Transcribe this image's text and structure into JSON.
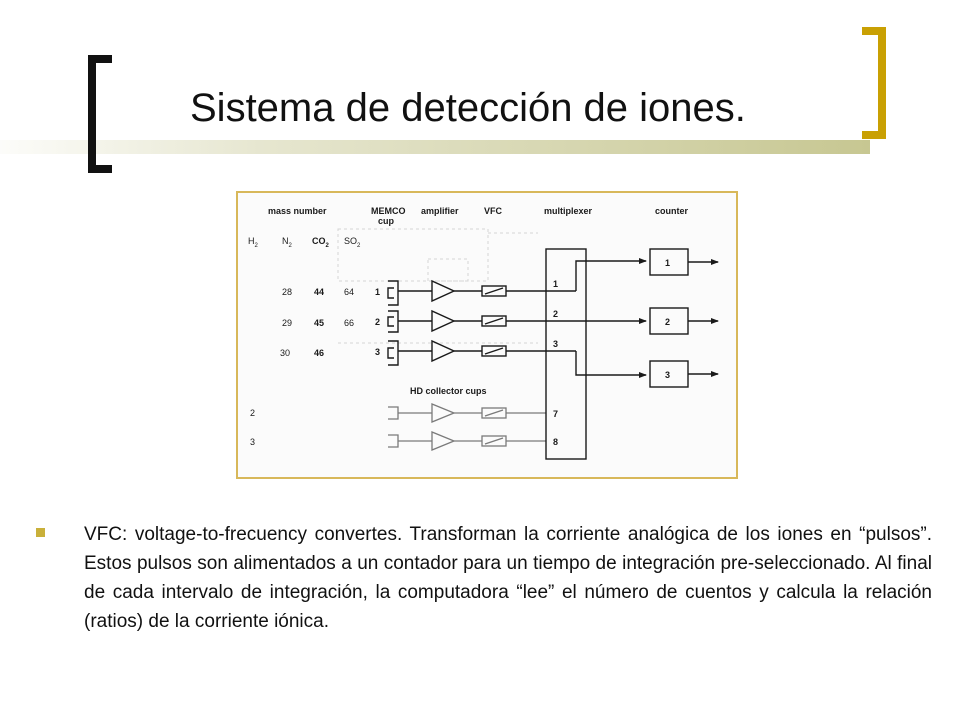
{
  "slide": {
    "title": "Sistema de detección de iones.",
    "accent_color": "#c9a003",
    "bracket_dark_color": "#111111",
    "bullet_color": "#c9b03a"
  },
  "diagram": {
    "headers": {
      "mass_number": "mass number",
      "memco_line1": "MEMCO",
      "memco_line2": "cup",
      "amplifier": "amplifier",
      "vfc": "VFC",
      "multiplexer": "multiplexer",
      "counter": "counter"
    },
    "gases": [
      {
        "base": "H",
        "sub": "2",
        "bold": false
      },
      {
        "base": "N",
        "sub": "2",
        "bold": false
      },
      {
        "base": "CO",
        "sub": "2",
        "bold": true
      },
      {
        "base": "SO",
        "sub": "2",
        "bold": false
      }
    ],
    "mass_rows": [
      [
        "28",
        "44",
        "64"
      ],
      [
        "29",
        "45",
        "66"
      ],
      [
        "30",
        "46",
        ""
      ]
    ],
    "cup_labels": [
      "1",
      "2",
      "3"
    ],
    "mux_labels": [
      "1",
      "2",
      "3"
    ],
    "counter_labels": [
      "1",
      "2",
      "3"
    ],
    "hd_label": "HD collector cups",
    "hd_left_labels": [
      "2",
      "3"
    ],
    "hd_mux_labels": [
      "7",
      "8"
    ]
  },
  "bullet": {
    "text": "VFC: voltage-to-frecuency convertes. Transforman la corriente analógica de los iones en “pulsos”. Estos pulsos son alimentados a un contador para un tiempo de integración pre-seleccionado. Al final de cada intervalo de integración, la computadora “lee” el número de cuentos y calcula la relación (ratios) de la corriente iónica."
  }
}
